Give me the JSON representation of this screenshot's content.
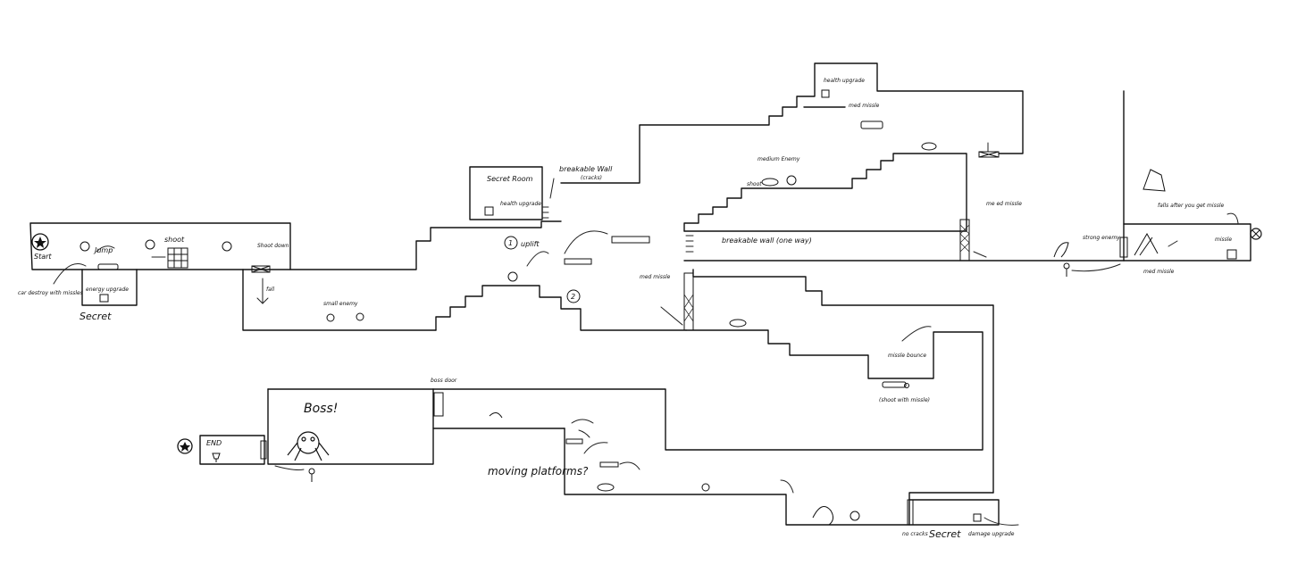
{
  "labels": {
    "start": "Start",
    "jump": "Jump",
    "shoot": "shoot",
    "shoot_down": "Shoot down",
    "fall": "fall",
    "energy_upgrade": "energy upgrade",
    "secret": "Secret",
    "car_destroy": "car destroy with missles",
    "small_enemy": "small enemy",
    "secret_room": "Secret Room",
    "health_upgrade": "health upgrade",
    "breakable_wall": "breakable Wall",
    "cracks": "(cracks)",
    "uplift": "uplift",
    "num_1": "1",
    "num_2": "2",
    "medium_enemy": "medium Enemy",
    "shoot_small": "shoot",
    "health_upgrade_top": "health upgrade",
    "med_missile_top": "med missle",
    "breakable_wall_one_way": "breakable wall (one way)",
    "med_missile_right": "me ed missle",
    "strong_enemy": "strong enemy",
    "falls_after": "falls after you get missle",
    "med_missile_below": "med missle",
    "missile_room": "missle",
    "med_missile_left": "med missle",
    "missile_bounce": "missle bounce",
    "shoot_with_missile": "(shoot with missle)",
    "boss_door": "boss door",
    "boss": "Boss!",
    "end": "END",
    "moving_platforms": "moving platforms?",
    "no_cracks": "no cracks",
    "secret_bottom": "Secret",
    "damage_upgrade": "damage upgrade"
  },
  "icons": {
    "start": "star-in-circle-icon",
    "end": "star-in-circle-icon",
    "goal": "crossed-circle-icon",
    "key": "key-icon",
    "door": "door-icon",
    "boss_enemy": "boss-creature-icon",
    "car": "car-icon",
    "small_enemy": "jellyfish-icon",
    "medium_enemy": "saucer-icon",
    "strong_enemy": "serpent-icon",
    "upgrade": "upgrade-box-icon",
    "cage": "crate-icon"
  }
}
